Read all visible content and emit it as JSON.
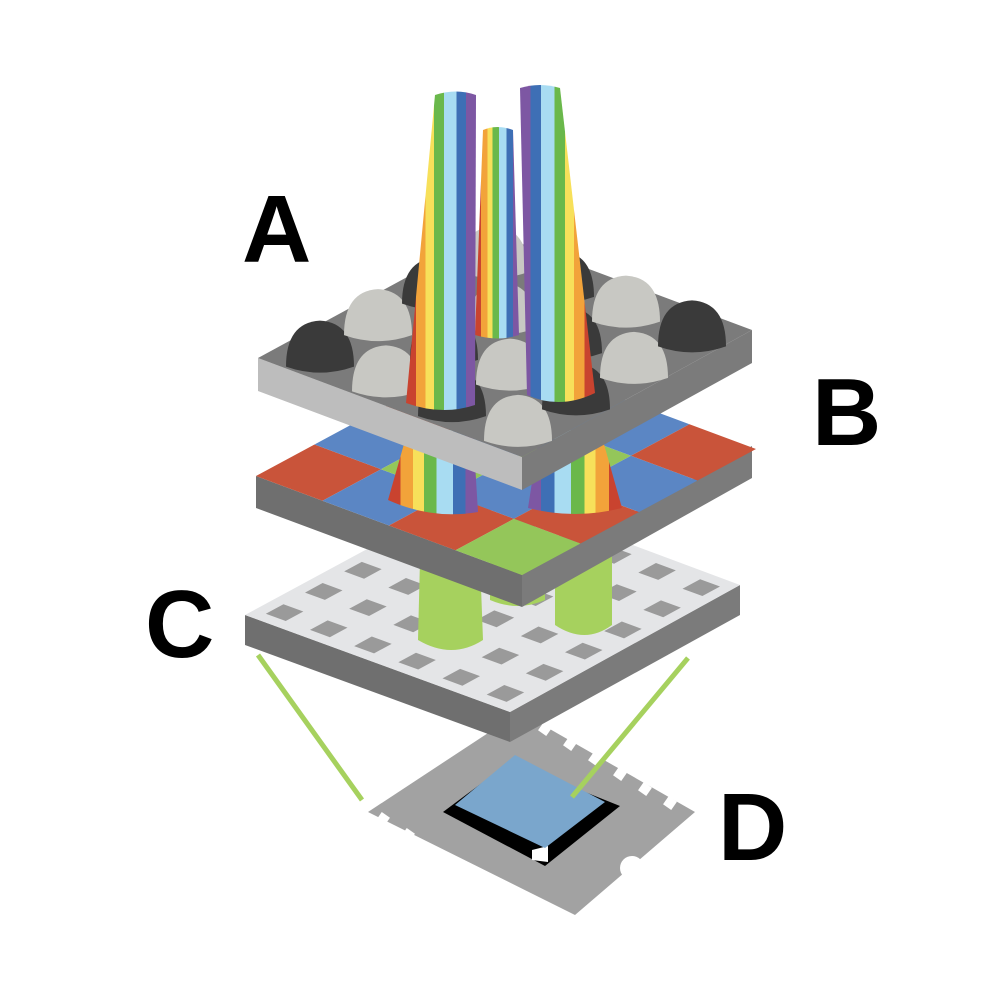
{
  "labels": {
    "a": "A",
    "b": "B",
    "c": "C",
    "d": "D"
  },
  "colors": {
    "microlens_dark": "#3a3a3a",
    "microlens_light": "#c8c8c3",
    "plate_top": "#7b7b7b",
    "plate_side": "#6f6f6f",
    "plate_side_light": "#bdbdbd",
    "filter_red": "#c9543a",
    "filter_blue": "#5b86c4",
    "filter_green": "#94c65a",
    "sensor_grid": "#e4e5e7",
    "sensor_pixel": "#9a9a9a",
    "connector_green": "#a6d15e",
    "chip_package": "#a2a2a2",
    "chip_die": "#7aa6cc",
    "rainbow": [
      "#c9432f",
      "#f2a33a",
      "#f7e05a",
      "#6ab84b",
      "#a8dcf2",
      "#3e6fb5",
      "#7d57a3"
    ]
  },
  "icons": [
    "microlens-array",
    "color-filter-array",
    "photodiode-grid",
    "image-sensor-chip",
    "light-beam"
  ]
}
